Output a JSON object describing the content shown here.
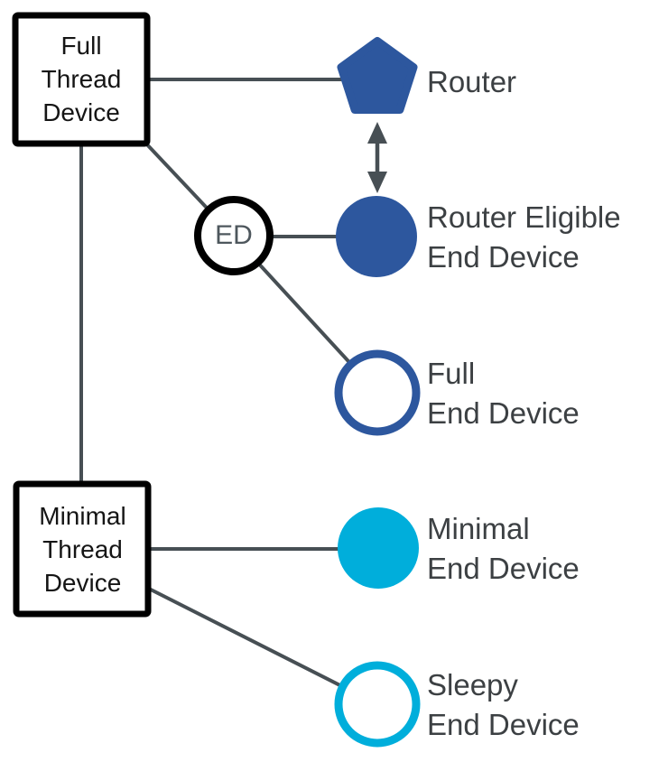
{
  "boxes": {
    "full_thread_device": {
      "label": "Full\nThread\nDevice"
    },
    "minimal_thread_device": {
      "label": "Minimal\nThread\nDevice"
    }
  },
  "nodes": {
    "router": {
      "label": "Router",
      "shape": "pentagon",
      "style": "filled-blue"
    },
    "router_eligible_end_device": {
      "label": "Router Eligible\nEnd Device",
      "shape": "circle",
      "style": "filled-blue"
    },
    "full_end_device": {
      "label": "Full\nEnd Device",
      "shape": "circle",
      "style": "outlined-blue"
    },
    "minimal_end_device": {
      "label": "Minimal\nEnd Device",
      "shape": "circle",
      "style": "filled-cyan"
    },
    "sleepy_end_device": {
      "label": "Sleepy\nEnd Device",
      "shape": "circle",
      "style": "outlined-cyan"
    },
    "ed_badge": {
      "label": "ED",
      "shape": "circle",
      "style": "outlined-black"
    }
  },
  "colors": {
    "blue": "#2D579E",
    "cyan": "#00AEDB",
    "line": "#474F54",
    "label_text": "#3C4043",
    "box_text": "#151515",
    "ed_text": "#4E575D"
  }
}
